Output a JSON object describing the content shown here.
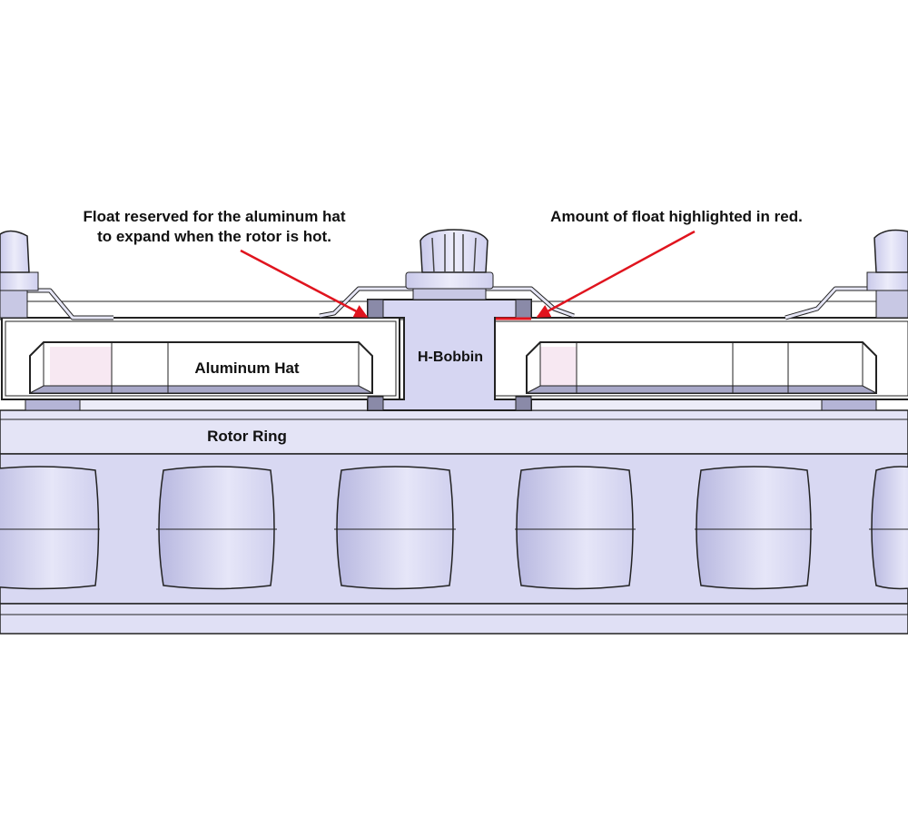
{
  "annotations": {
    "float_reserved_line1": "Float reserved for the aluminum hat",
    "float_reserved_line2": "to expand when the rotor is hot.",
    "float_highlight": "Amount of float highlighted in red."
  },
  "labels": {
    "aluminum_hat": "Aluminum Hat",
    "h_bobbin": "H-Bobbin",
    "rotor_ring": "Rotor Ring"
  },
  "colors": {
    "arrow": "#e0141e",
    "metal": "#dcdcf4",
    "outline": "#222222",
    "highlight": "#e0141e"
  }
}
